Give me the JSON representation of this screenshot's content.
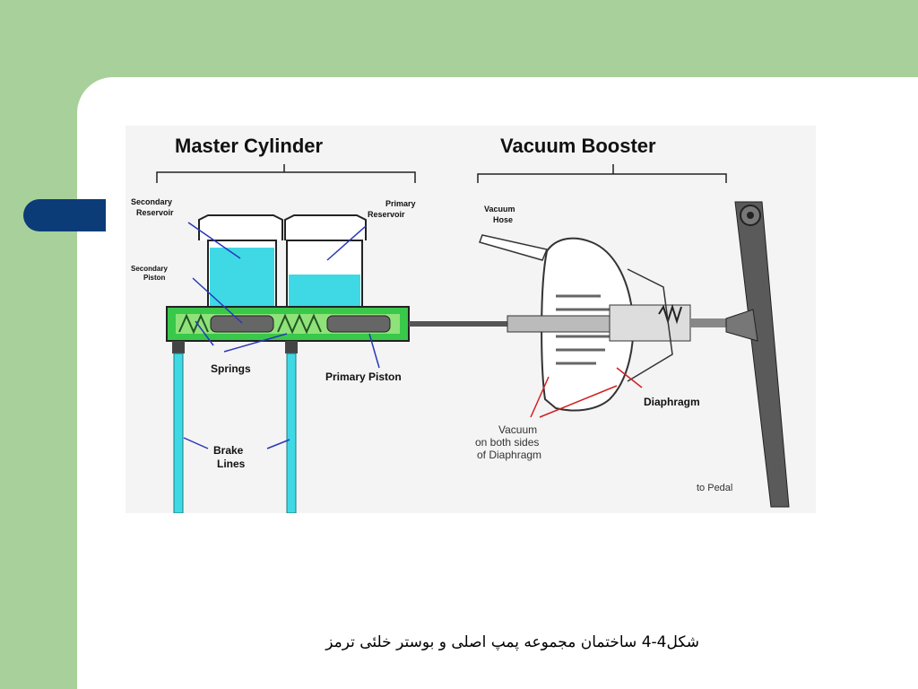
{
  "figure": {
    "header_left": "Master Cylinder",
    "header_right": "Vacuum Booster",
    "labels": {
      "secondary_reservoir_1": "Secondary",
      "secondary_reservoir_2": "Reservoir",
      "primary_reservoir_1": "Primary",
      "primary_reservoir_2": "Reservoir",
      "secondary_piston_1": "Secondary",
      "secondary_piston_2": "Piston",
      "springs": "Springs",
      "primary_piston": "Primary Piston",
      "brake_lines_1": "Brake",
      "brake_lines_2": "Lines",
      "vacuum_hose_1": "Vacuum",
      "vacuum_hose_2": "Hose",
      "diaphragm": "Diaphragm",
      "vacuum_note_1": "Vacuum",
      "vacuum_note_2": "on both sides",
      "vacuum_note_3": "of Diaphragm",
      "to_pedal": "to Pedal"
    },
    "colors": {
      "fluid": "#3fd9e6",
      "cylinder_body": "#39c84a",
      "label_line": "#2838b8",
      "pointer_red": "#d02020"
    }
  },
  "caption": "شکل4-4 ساختمان مجموعه پمپ اصلی و بوستر خلئی ترمز"
}
